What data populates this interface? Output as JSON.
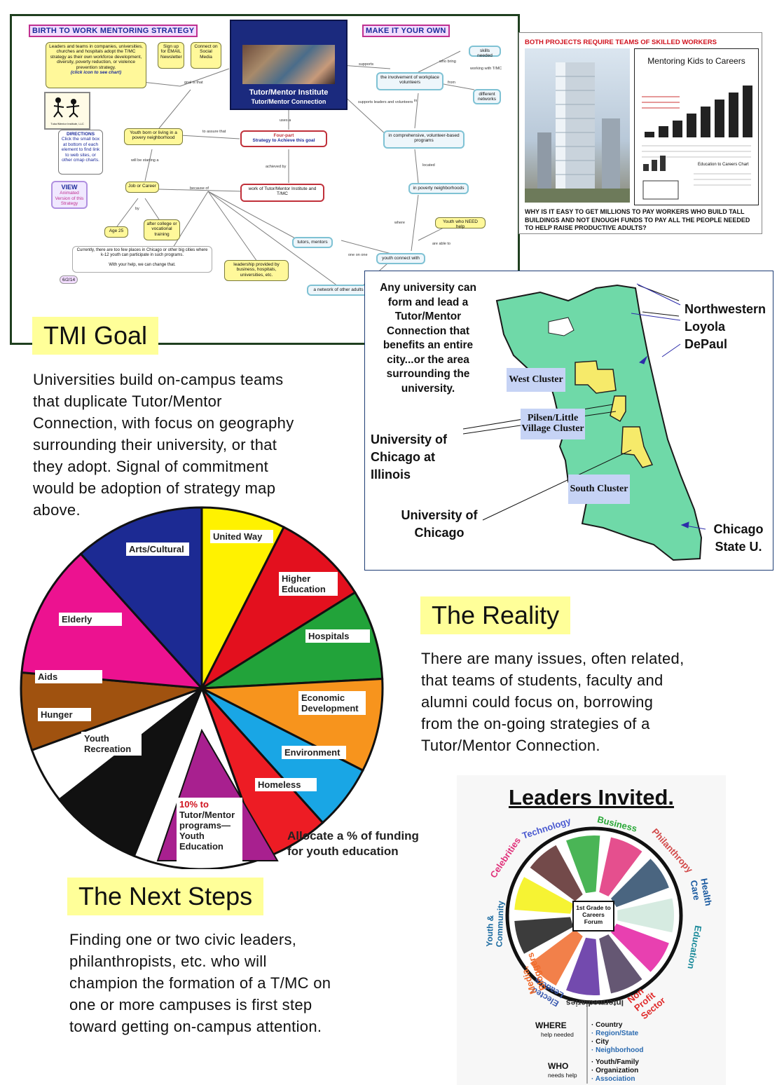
{
  "concept_map": {
    "title_left": "BIRTH TO WORK MENTORING STRATEGY",
    "title_right": "MAKE IT YOUR OWN",
    "center_title": "Tutor/Mentor Institute",
    "center_subtitle": "Tutor/Mentor Connection",
    "leaders_box": "Leaders and teams in companies, universities, churches and hospitals adopt the T/MC strategy as their own workforce development, diversity, poverty reduction, or violence prevention strategy.",
    "leaders_link": "(click icon to see chart)",
    "signup": "Sign up for EMAIL Newsletter",
    "connect": "Connect on Social Media",
    "logo_text": "Tutor/Mentor Institute, LLC",
    "directions_title": "DIRECTIONS",
    "directions_body": "Click the small box at bottom of each element to find link to web sites, or other cmap charts.",
    "view_title": "VIEW",
    "view_body": "Animated Version of this Strategy",
    "youth_born": "Youth born or living in a povery neighborhood",
    "four_part_1": "Four-part",
    "four_part_2": "Strategy to Achieve this goal",
    "work_of": "work of Tutor/Mentor Institute and T/MC",
    "job_career": "Job or Career",
    "age": "Age 25",
    "after_college": "after college or vocational training",
    "currently": "Currently, there are too few places in Chicago or other big cities where k-12 youth can participate in such programs.",
    "with_help": "With your help, we can change that.",
    "date": "6/2/14",
    "leadership": "leadership provided by business, hospitals, universities, etc.",
    "tutors": "tutors, mentors",
    "youth_connect": "youth connect with",
    "network_adults": "a network of other adults",
    "involvement": "the involvement of workplace volunteers",
    "skills_needed": "skills needed",
    "different_networks": "different networks",
    "comprehensive": "in comprehensive, volunteer-based programs",
    "poverty_neighborhoods": "in poverty neighborhoods",
    "youth_need": "Youth who NEED help",
    "links": {
      "goal_is": "goal is that",
      "supports": "supports",
      "who_bring": "who bring",
      "working_with": "working with T/MC",
      "from": "from",
      "supports_leaders": "supports leaders and volunteers",
      "in": "in",
      "uses_a": "uses a",
      "to_assure": "to assure that",
      "will_be": "will be starting a",
      "achieved_by": "achieved by",
      "because_of": "because of",
      "by": "by",
      "located": "located",
      "where": "where",
      "are_able": "are able to",
      "one_on_one": "one on one"
    }
  },
  "skilled_panel": {
    "header": "BOTH PROJECTS REQUIRE TEAMS OF SKILLED WORKERS",
    "chart_title": "Mentoring Kids to Careers",
    "chart_sub": "Education to Careers Chart",
    "question": "WHY IS IT EASY TO GET MILLIONS TO PAY WORKERS WHO BUILD TALL BUILDINGS AND NOT ENOUGH FUNDS TO PAY ALL THE PEOPLE NEEDED TO HELP RAISE PRODUCTIVE ADULTS?"
  },
  "map_panel": {
    "intro": "Any university can form and lead a Tutor/Mentor Connection that benefits an entire city...or the area surrounding the university.",
    "north_1": "Northwestern",
    "north_2": "Loyola",
    "north_3": "DePaul",
    "west_cluster": "West Cluster",
    "pilsen_cluster": "Pilsen/Little Village Cluster",
    "south_cluster": "South Cluster",
    "uic": "University of Chicago at Illinois",
    "uchicago": "University of Chicago",
    "csu": "Chicago State U."
  },
  "tmi_goal": {
    "heading": "TMI Goal",
    "lines": [
      "Universities build on-campus teams",
      "that duplicate Tutor/Mentor",
      "Connection, with focus on geography",
      "surrounding their university, or that",
      "they adopt.  Signal of commitment",
      "would be adoption of strategy map",
      "above."
    ]
  },
  "pie": {
    "labels": {
      "arts": "Arts/Cultural",
      "united_way": "United Way",
      "higher_ed": "Higher Education",
      "hospitals": "Hospitals",
      "economic": "Economic Development",
      "environment": "Environment",
      "homeless": "Homeless",
      "tutor": "Tutor/Mentor programs— Youth Education",
      "tutor_pct": "10% to",
      "youth_rec": "Youth Recreation",
      "hunger": "Hunger",
      "aids": "Aids",
      "elderly": "Elderly"
    },
    "caption_1": "Allocate a % of funding",
    "caption_2": "for youth education",
    "colors": {
      "arts": "#1c2a93",
      "united_way": "#fff200",
      "higher_ed": "#e3101e",
      "hospitals": "#22a33a",
      "economic": "#f7941d",
      "environment": "#19a6e5",
      "homeless": "#ed1c24",
      "tutor": "#a8208f",
      "youth_rec": "#111111",
      "hunger": "#ffffff",
      "aids": "#a0520f",
      "elderly": "#ec1290"
    }
  },
  "reality": {
    "heading": "The Reality",
    "lines": [
      "There are many issues, often related,",
      "that teams of students, faculty and",
      "alumni could focus on, borrowing",
      "from the on-going strategies of a",
      "Tutor/Mentor Connection."
    ]
  },
  "next_steps": {
    "heading": "The Next Steps",
    "lines": [
      "Finding one or two civic leaders,",
      "philanthropists, etc. who will",
      "champion the formation of a T/MC on",
      "one or more campuses is first step",
      "toward getting on-campus attention."
    ]
  },
  "leaders": {
    "title": "Leaders Invited.",
    "center": "1st Grade to Careers Forum",
    "segments": {
      "technology": "Technology",
      "business": "Business",
      "philanthropy": "Philanthropy",
      "health": "Health Care",
      "education": "Education",
      "non_profit": "Non Profit Sector",
      "intermediaries": "Intermediaries",
      "elected": "Elected Leaders",
      "media": "Media, Bloggers",
      "youth": "Youth & Community",
      "celebrities": "Celebrities"
    },
    "where_label": "WHERE",
    "where_sub": "help needed",
    "where_items": [
      "Country",
      "Region/State",
      "City",
      "Neighborhood"
    ],
    "who_label": "WHO",
    "who_sub": "needs help",
    "who_items": [
      "Youth/Family",
      "Organization",
      "Association"
    ]
  }
}
